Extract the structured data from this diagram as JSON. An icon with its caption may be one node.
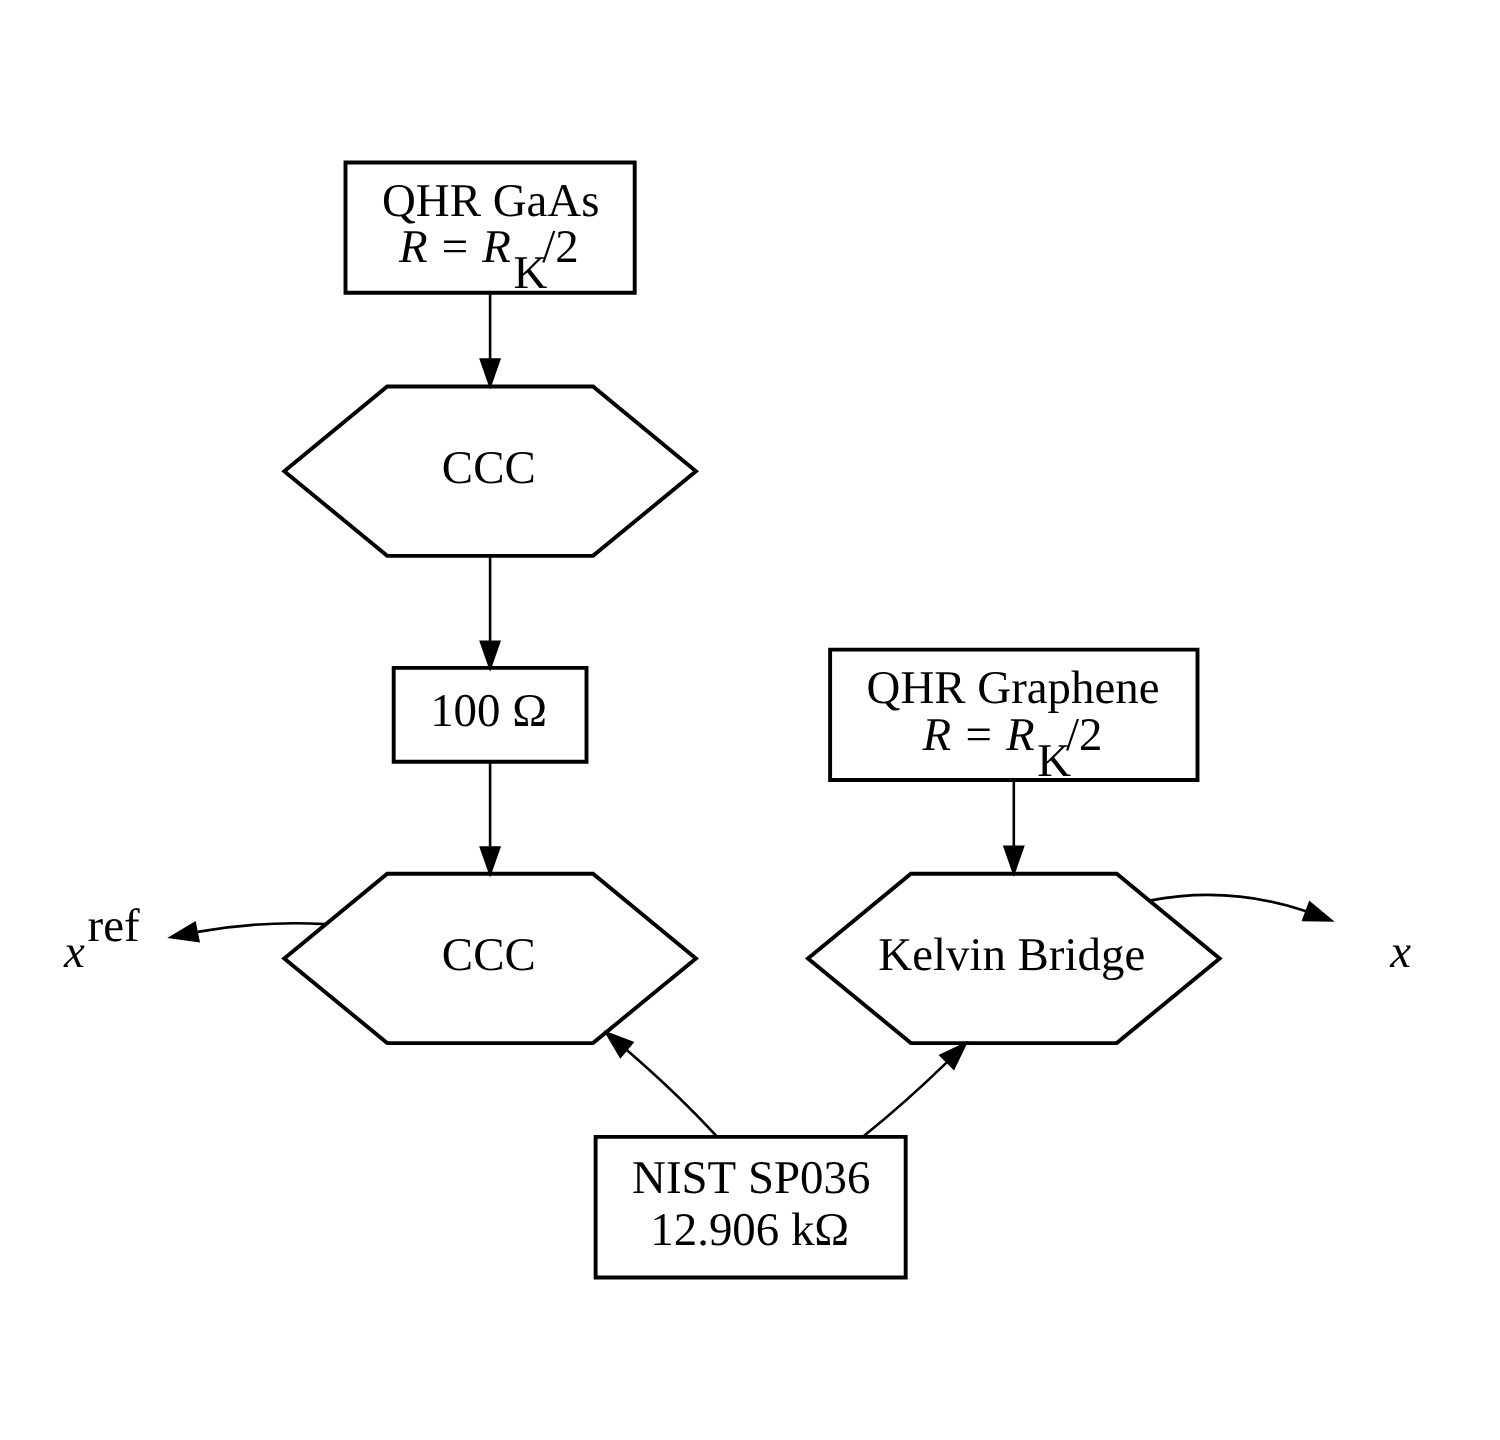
{
  "diagram": {
    "nodes": [
      {
        "text": [
          "QHR GaAs",
          "*R* = *R*$_{K}$/2"
        ]
      },
      {
        "text": [
          "CCC"
        ]
      },
      {
        "text": [
          "100 Ω"
        ]
      },
      {
        "text": [
          "QHR Graphene",
          "*R* = *R*$_{K}$/2"
        ]
      },
      {
        "text": [
          "*x*$^{ref}$"
        ]
      },
      {
        "text": [
          "CCC"
        ]
      },
      {
        "text": [
          "Kelvin Bridge"
        ]
      },
      {
        "text": [
          "*x*"
        ]
      },
      {
        "text": [
          "NIST SP036",
          "12.906 kΩ"
        ]
      }
    ],
    "edges": [
      {
        "from": 0,
        "to": 1,
        "arrow": "to"
      },
      {
        "from": 1,
        "to": 2,
        "arrow": "to"
      },
      {
        "from": 2,
        "to": 5,
        "arrow": "to"
      },
      {
        "from": 3,
        "to": 6,
        "arrow": "to"
      },
      {
        "from": 5,
        "to": 4,
        "arrow": "to"
      },
      {
        "from": 6,
        "to": 7,
        "arrow": "to"
      },
      {
        "from": 8,
        "to": 5,
        "arrow": "to"
      },
      {
        "from": 8,
        "to": 6,
        "arrow": "to"
      }
    ]
  }
}
